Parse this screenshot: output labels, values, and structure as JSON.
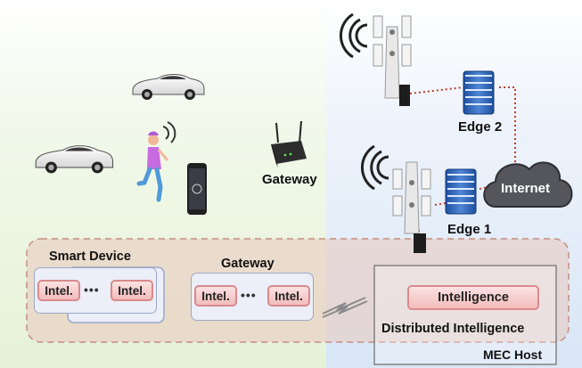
{
  "labels": {
    "gateway_top": "Gateway",
    "edge2": "Edge 2",
    "edge1": "Edge 1",
    "internet": "Internet",
    "smart_device": "Smart Device",
    "gateway_box": "Gateway",
    "intelligence": "Intelligence",
    "distributed": "Distributed Intelligence",
    "mec_host": "MEC Host"
  },
  "intel_chips": {
    "sd_left": "Intel.",
    "sd_right": "Intel.",
    "gw_left": "Intel.",
    "gw_right": "Intel."
  },
  "ellipsis": "•••",
  "colors": {
    "intel_fill": "#f3bcbc",
    "intel_border": "#d88b8b",
    "link_dotted": "#c0392b",
    "band_fill": "#e8c9bf",
    "band_border": "#c79a8c",
    "cloud": "#55565c"
  },
  "icons": [
    "car-icon",
    "person-walking-icon",
    "smartphone-icon",
    "router-icon",
    "cell-tower-icon",
    "server-rack-icon",
    "cloud-icon",
    "signal-waves-icon",
    "lightning-link-icon"
  ]
}
